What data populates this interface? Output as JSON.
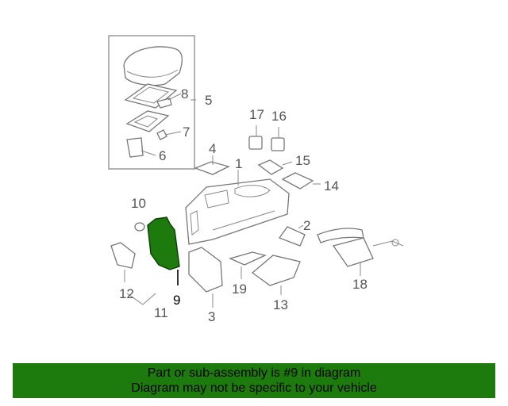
{
  "labels": {
    "p1": "1",
    "p2": "2",
    "p3": "3",
    "p4": "4",
    "p5": "5",
    "p6": "6",
    "p7": "7",
    "p8": "8",
    "p9": "9",
    "p10": "10",
    "p11": "11",
    "p12": "12",
    "p13": "13",
    "p14": "14",
    "p15": "15",
    "p16": "16",
    "p17": "17",
    "p18": "18",
    "p19": "19"
  },
  "highlight": {
    "part": "9",
    "color": "#1d7a0c"
  },
  "banner": {
    "line1": "Part or sub-assembly is #9 in diagram",
    "line2": "Diagram may not be specific to your vehicle",
    "background": "#1d7a0c"
  }
}
